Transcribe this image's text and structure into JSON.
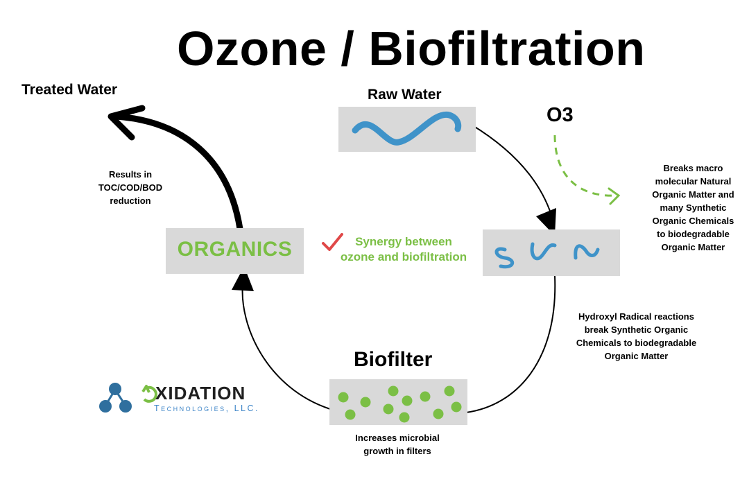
{
  "title": "Ozone / Biofiltration",
  "raw_water": {
    "label": "Raw Water"
  },
  "o3": {
    "label": "O3"
  },
  "treated_water": {
    "label": "Treated Water"
  },
  "organics": {
    "label": "ORGANICS"
  },
  "biofilter": {
    "label": "Biofilter"
  },
  "synergy": {
    "line1": "Synergy between",
    "line2": "ozone and biofiltration"
  },
  "notes": {
    "toc": [
      "Results in",
      "TOC/COD/BOD",
      "reduction"
    ],
    "ozone": [
      "Breaks macro",
      "molecular Natural",
      "Organic Matter and",
      "many Synthetic",
      "Organic Chemicals",
      "to biodegradable",
      "Organic Matter"
    ],
    "hydroxyl": [
      "Hydroxyl Radical reactions",
      "break Synthetic Organic",
      "Chemicals to biodegradable",
      "Organic Matter"
    ],
    "microbial": [
      "Increases microbial",
      "growth in filters"
    ]
  },
  "logo": {
    "main": "XIDATION",
    "sub": "Technologies, LLC."
  },
  "colors": {
    "green": "#7bbf45",
    "blue": "#3f93c9",
    "gray_box": "#d9d9d9",
    "check_red": "#e04848",
    "logo_ball": "#2f6f9e"
  }
}
